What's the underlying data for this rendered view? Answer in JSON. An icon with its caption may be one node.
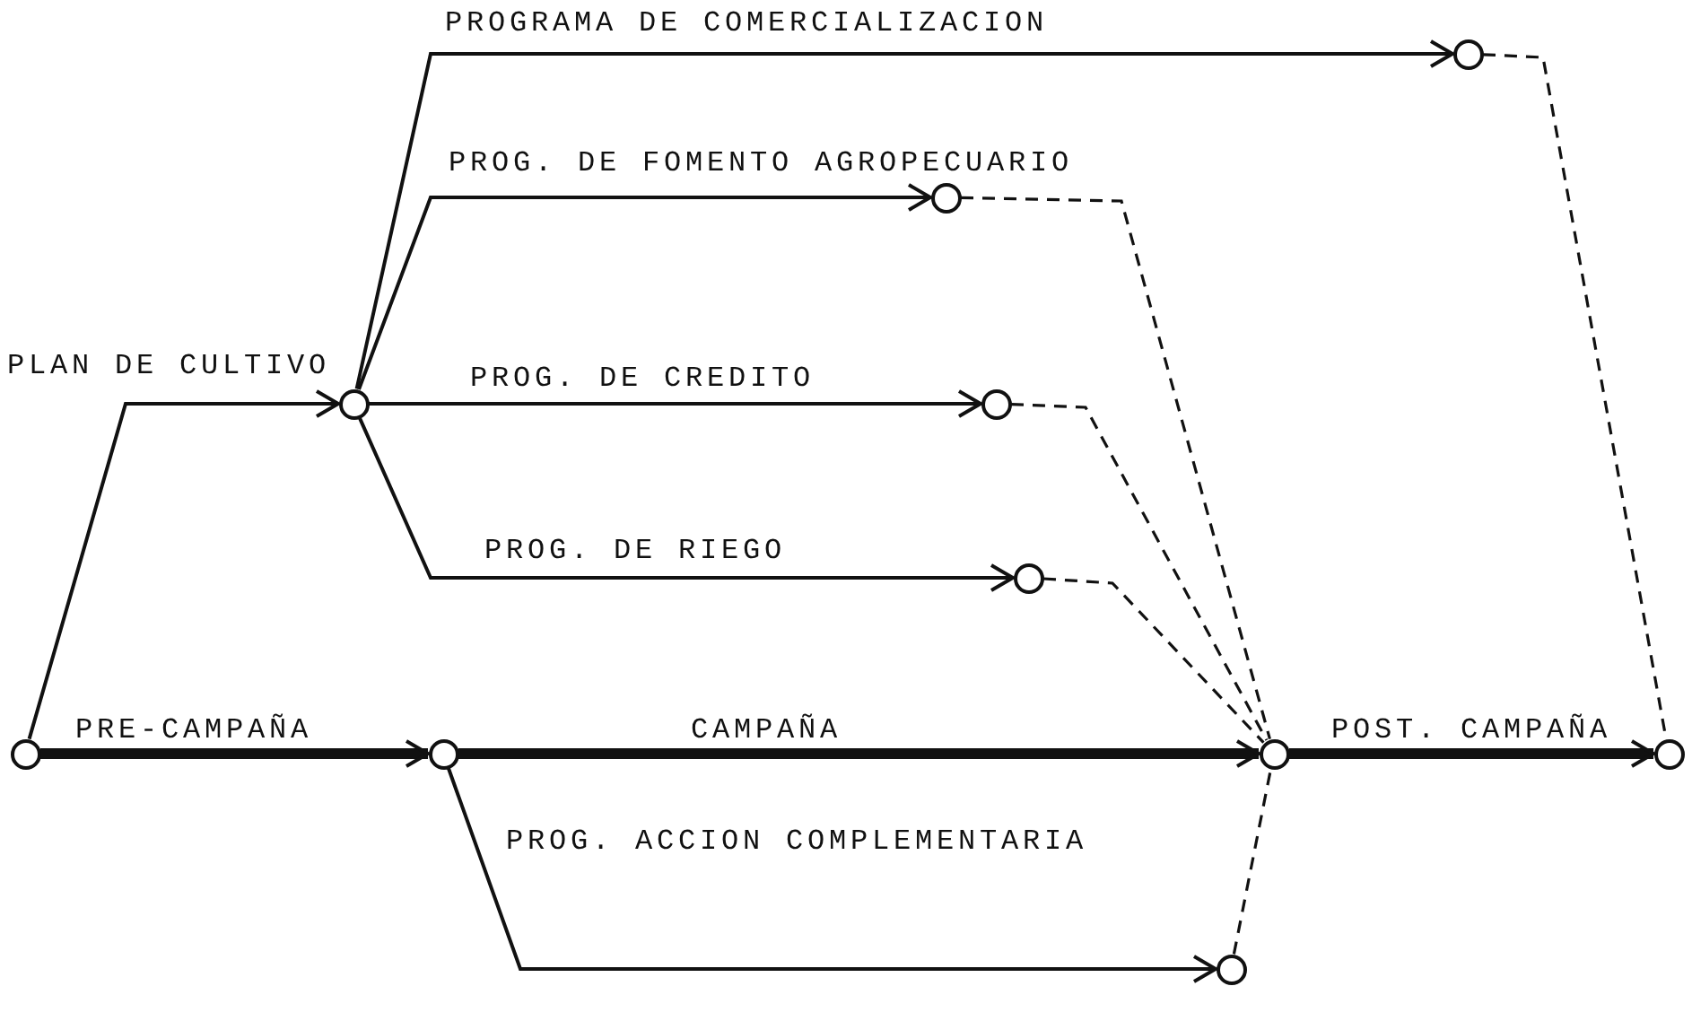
{
  "diagram": {
    "nodes": [
      {
        "text": [],
        "shape": "circle"
      },
      {
        "text": [],
        "shape": "circle"
      },
      {
        "text": [],
        "shape": "circle"
      },
      {
        "text": [],
        "shape": "circle"
      },
      {
        "text": [],
        "shape": "circle"
      },
      {
        "text": [],
        "shape": "circle"
      },
      {
        "text": [],
        "shape": "circle"
      },
      {
        "text": [],
        "shape": "circle"
      },
      {
        "text": [],
        "shape": "circle"
      },
      {
        "text": [],
        "shape": "circle"
      }
    ],
    "edges": [
      {
        "from": 0,
        "to": 1,
        "arrow": "to",
        "label": "PLAN DE CULTIVO"
      },
      {
        "from": 1,
        "to": 2,
        "arrow": "to",
        "label": "PROGRAMA DE COMERCIALIZACION"
      },
      {
        "from": 1,
        "to": 3,
        "arrow": "to",
        "label": "PROG. DE FOMENTO AGROPECUARIO"
      },
      {
        "from": 1,
        "to": 4,
        "arrow": "to",
        "label": "PROG. DE CREDITO"
      },
      {
        "from": 1,
        "to": 5,
        "arrow": "to",
        "label": "PROG. DE RIEGO"
      },
      {
        "from": 0,
        "to": 6,
        "arrow": "to",
        "label": "PRE-CAMPAÑA",
        "style": "thick"
      },
      {
        "from": 6,
        "to": 7,
        "arrow": "to",
        "label": "CAMPAÑA",
        "style": "thick"
      },
      {
        "from": 7,
        "to": 8,
        "arrow": "to",
        "label": "POST. CAMPAÑA",
        "style": "thick"
      },
      {
        "from": 6,
        "to": 9,
        "arrow": "to",
        "label": "PROG. ACCION COMPLEMENTARIA"
      },
      {
        "from": 2,
        "to": 8,
        "arrow": "none",
        "style": "dashed"
      },
      {
        "from": 3,
        "to": 7,
        "arrow": "none",
        "style": "dashed"
      },
      {
        "from": 4,
        "to": 7,
        "arrow": "none",
        "style": "dashed"
      },
      {
        "from": 5,
        "to": 7,
        "arrow": "none",
        "style": "dashed"
      },
      {
        "from": 9,
        "to": 7,
        "arrow": "none",
        "style": "dashed"
      }
    ]
  }
}
